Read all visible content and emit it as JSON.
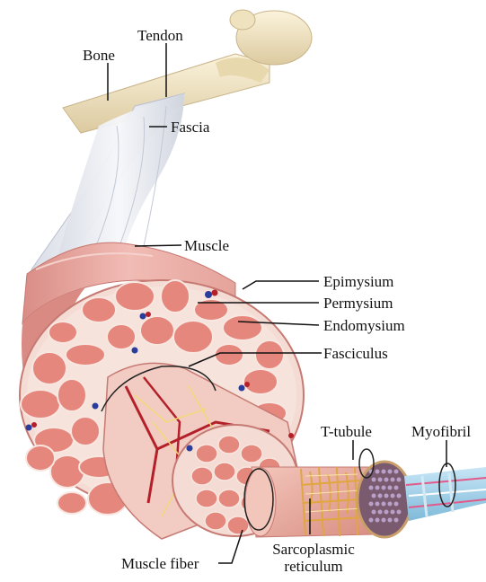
{
  "labels": {
    "bone": "Bone",
    "tendon": "Tendon",
    "fascia": "Fascia",
    "muscle": "Muscle",
    "epimysium": "Epimysium",
    "permysium": "Permysium",
    "endomysium": "Endomysium",
    "fasciculus": "Fasciculus",
    "t_tubule": "T-tubule",
    "myofibril": "Myofibril",
    "muscle_fiber": "Muscle fiber",
    "sarcoplasmic_line1": "Sarcoplasmic",
    "sarcoplasmic_line2": "reticulum"
  },
  "colors": {
    "bone": "#efe2bf",
    "tendon": "#e8ebf0",
    "muscle_outer": "#e9a9a2",
    "muscle_section": "#f4dcd4",
    "fascicle": "#e5877c",
    "vessel_red": "#b3202a",
    "vessel_blue": "#2a3d9c",
    "nerve_yellow": "#f1d97a"
  }
}
